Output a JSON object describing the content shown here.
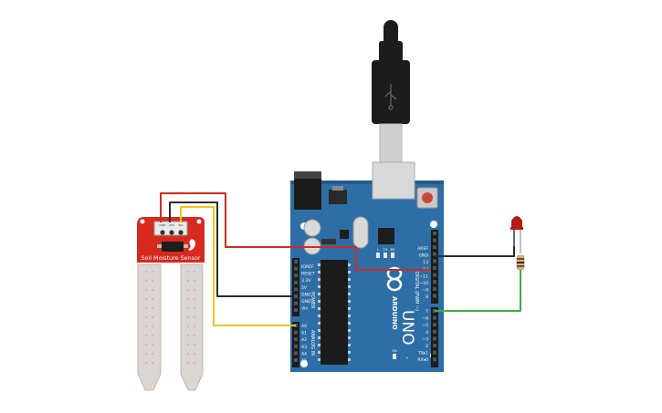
{
  "sensor": {
    "label": "Soil Moisture Sensor",
    "pin_labels": [
      "GND",
      "VCC",
      "SIG"
    ]
  },
  "arduino": {
    "model": "UNO",
    "brand": "ARDUINO",
    "power_header": "POWER",
    "analog_header": "ANALOG IN",
    "digital_header": "DIGITAL (PWM ~)",
    "power_pins": [
      "IOREF",
      "RESET",
      "3.3V",
      "5V",
      "GND",
      "GND",
      "Vin"
    ],
    "analog_pins": [
      "A0",
      "A1",
      "A2",
      "A3",
      "A4",
      "A5"
    ],
    "top_pins": [
      "AREF",
      "GND",
      "13",
      "12",
      "~11",
      "~10",
      "~9",
      "8"
    ],
    "bottom_pins": [
      "7",
      "~6",
      "~5",
      "4",
      "~3",
      "2",
      "TX▸1",
      "RX◂0"
    ],
    "leds": [
      "L",
      "TX",
      "RX",
      "ON"
    ]
  },
  "colors": {
    "board": "#2e6ea6",
    "board_dark": "#245a8a",
    "sensor": "#d8291f",
    "probe": "#d9d6d3",
    "wire_red": "#d42a1f",
    "wire_black": "#2b2b2b",
    "wire_yellow": "#f0c419",
    "wire_green": "#3aad3f",
    "led": "#b31b1b",
    "usb": "#1c1c1c"
  }
}
